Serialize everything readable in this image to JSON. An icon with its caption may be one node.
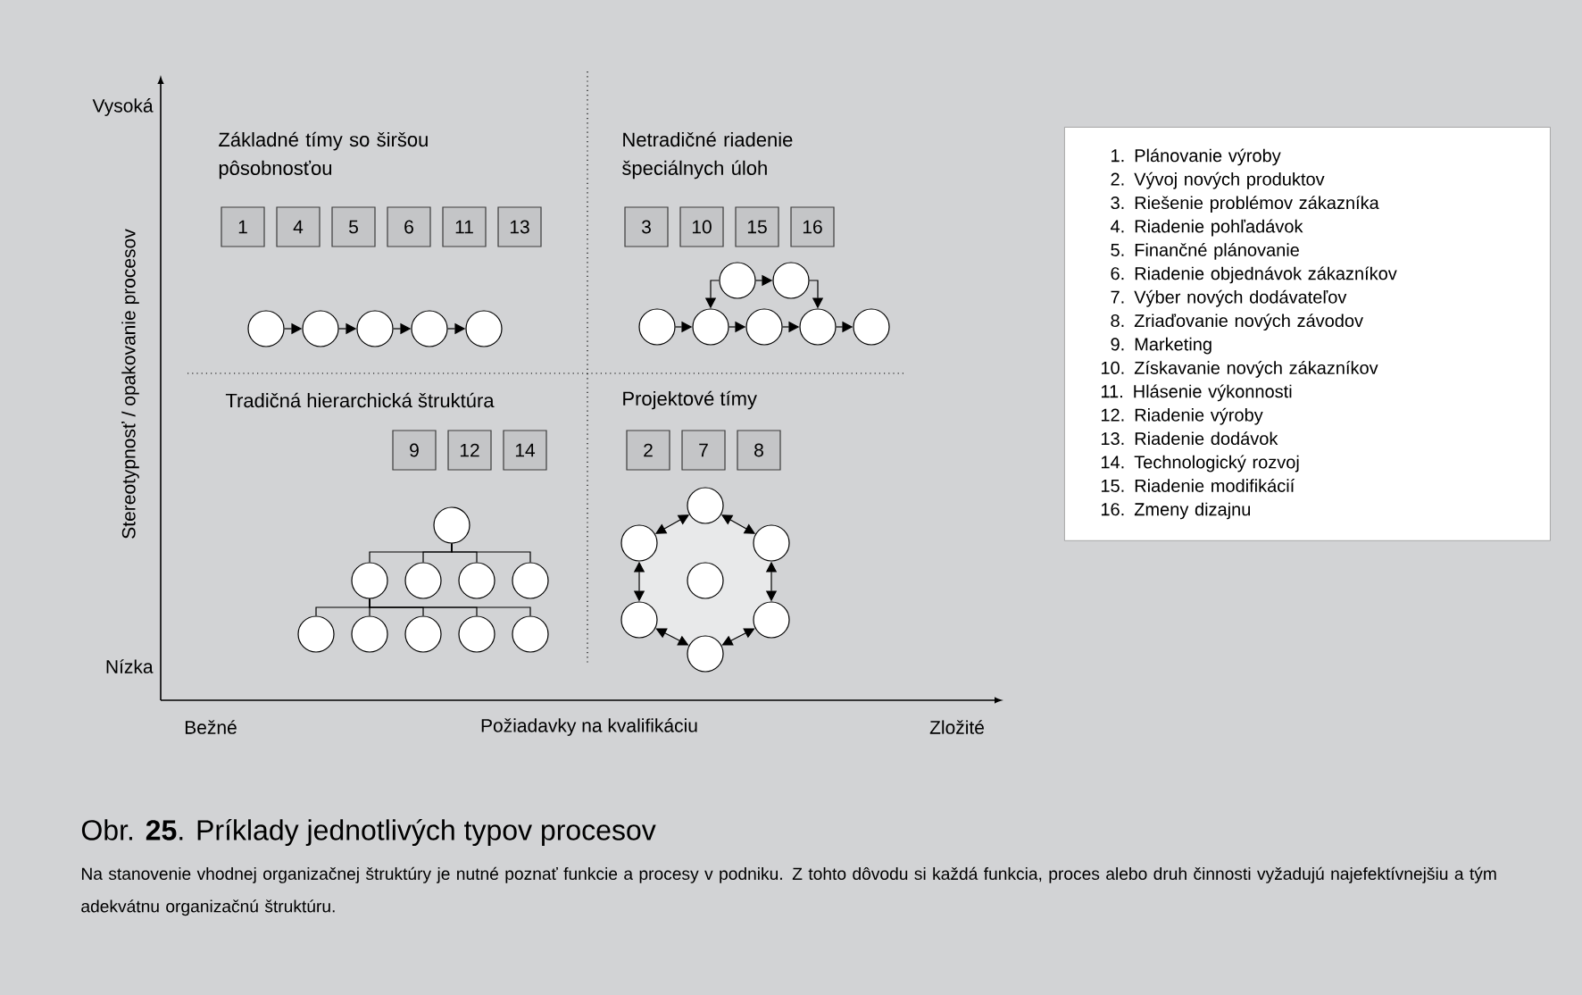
{
  "diagram": {
    "caption": "Obr. **25**. Príklady jednotlivých typov procesov",
    "nodes": [
      {
        "text": [
          "1"
        ]
      },
      {
        "text": [
          "4"
        ]
      },
      {
        "text": [
          "5"
        ]
      },
      {
        "text": [
          "6"
        ]
      },
      {
        "text": [
          "11"
        ]
      },
      {
        "text": [
          "13"
        ]
      },
      {
        "text": [
          "3"
        ]
      },
      {
        "text": [
          "10"
        ]
      },
      {
        "text": [
          "15"
        ]
      },
      {
        "text": [
          "16"
        ]
      },
      {
        "text": [],
        "shape": "circle"
      },
      {
        "text": [],
        "shape": "circle"
      },
      {
        "text": [],
        "shape": "circle"
      },
      {
        "text": [],
        "shape": "circle"
      },
      {
        "text": [],
        "shape": "circle"
      },
      {
        "text": [],
        "shape": "circle"
      },
      {
        "text": [],
        "shape": "circle"
      },
      {
        "text": [],
        "shape": "circle"
      },
      {
        "text": [],
        "shape": "circle"
      },
      {
        "text": [],
        "shape": "circle"
      },
      {
        "text": [],
        "shape": "circle"
      },
      {
        "text": [],
        "shape": "circle"
      },
      {
        "text": [
          "9"
        ]
      },
      {
        "text": [
          "12"
        ]
      },
      {
        "text": [
          "14"
        ]
      },
      {
        "text": [
          "2"
        ]
      },
      {
        "text": [
          "7"
        ]
      },
      {
        "text": [
          "8"
        ]
      },
      {
        "text": [],
        "shape": "circle"
      },
      {
        "text": [],
        "shape": "circle"
      },
      {
        "text": [],
        "shape": "circle"
      },
      {
        "text": [],
        "shape": "circle"
      },
      {
        "text": [],
        "shape": "circle"
      },
      {
        "text": [],
        "shape": "circle"
      },
      {
        "text": [],
        "shape": "circle"
      },
      {
        "text": [],
        "shape": "circle"
      },
      {
        "text": [],
        "shape": "circle"
      },
      {
        "text": [],
        "shape": "circle"
      },
      {
        "text": [],
        "shape": "circle"
      },
      {
        "text": [],
        "shape": "circle"
      },
      {
        "text": [],
        "shape": "circle"
      },
      {
        "text": [],
        "shape": "circle"
      },
      {
        "text": [],
        "shape": "circle"
      },
      {
        "text": [],
        "shape": "circle"
      },
      {
        "text": [],
        "shape": "circle"
      },
      {
        "text": [
          "1. Plánovanie výroby",
          "2. Vývoj nových produktov",
          "3. Riešenie problémov zákazníka",
          "4. Riadenie pohľadávok",
          "5. Finančné plánovanie",
          "6. Riadenie objednávok zákazníkov",
          "7. Výber nových dodávateľov",
          "8. Zriaďovanie nových závodov",
          "9. Marketing",
          "10. Získavanie nových zákazníkov",
          "11. Hlásenie výkonnosti",
          "12. Riadenie výroby",
          "13. Riadenie dodávok",
          "14. Technologický rozvoj",
          "15. Riadenie modifikácií",
          "16. Zmeny dizajnu"
        ]
      }
    ],
    "edges": [
      {
        "from": 10,
        "to": 11,
        "arrow": "to"
      },
      {
        "from": 11,
        "to": 12,
        "arrow": "to"
      },
      {
        "from": 12,
        "to": 13,
        "arrow": "to"
      },
      {
        "from": 13,
        "to": 14,
        "arrow": "to"
      },
      {
        "from": 15,
        "to": 16,
        "arrow": "to"
      },
      {
        "from": 15,
        "to": 18,
        "arrow": "to"
      },
      {
        "from": 16,
        "to": 20,
        "arrow": "to"
      },
      {
        "from": 17,
        "to": 18,
        "arrow": "to"
      },
      {
        "from": 18,
        "to": 19,
        "arrow": "to"
      },
      {
        "from": 19,
        "to": 20,
        "arrow": "to"
      },
      {
        "from": 20,
        "to": 21,
        "arrow": "to"
      },
      {
        "from": 28,
        "to": 29,
        "arrow": "none"
      },
      {
        "from": 28,
        "to": 30,
        "arrow": "none"
      },
      {
        "from": 28,
        "to": 31,
        "arrow": "none"
      },
      {
        "from": 28,
        "to": 32,
        "arrow": "none"
      },
      {
        "from": 29,
        "to": 33,
        "arrow": "none"
      },
      {
        "from": 29,
        "to": 34,
        "arrow": "none"
      },
      {
        "from": 29,
        "to": 35,
        "arrow": "none"
      },
      {
        "from": 29,
        "to": 36,
        "arrow": "none"
      },
      {
        "from": 29,
        "to": 37,
        "arrow": "none"
      },
      {
        "from": 38,
        "to": 40,
        "arrow": "both"
      },
      {
        "from": 40,
        "to": 43,
        "arrow": "both"
      },
      {
        "from": 43,
        "to": 44,
        "arrow": "both"
      },
      {
        "from": 44,
        "to": 42,
        "arrow": "both"
      },
      {
        "from": 42,
        "to": 39,
        "arrow": "both"
      },
      {
        "from": 39,
        "to": 38,
        "arrow": "both"
      }
    ],
    "labels": [
      "Vysoká",
      "Nízka",
      "Stereotypnosť / opakovanie procesov",
      "Bežné",
      "Požiadavky na kvalifikáciu",
      "Zložité",
      "Základné tímy so širšou pôsobnosťou",
      "Netradičné riadenie špeciálnych úloh",
      "Tradičná hierarchická štruktúra",
      "Projektové tímy",
      "Na stanovenie vhodnej organizačnej štruktúry je nutné poznať funkcie a procesy v podniku. Z tohto dôvodu si každá funkcia, proces alebo druh činnosti vyžadujú najefektívnejšiu a tým adekvátnu organizačnú štruktúru."
    ]
  }
}
